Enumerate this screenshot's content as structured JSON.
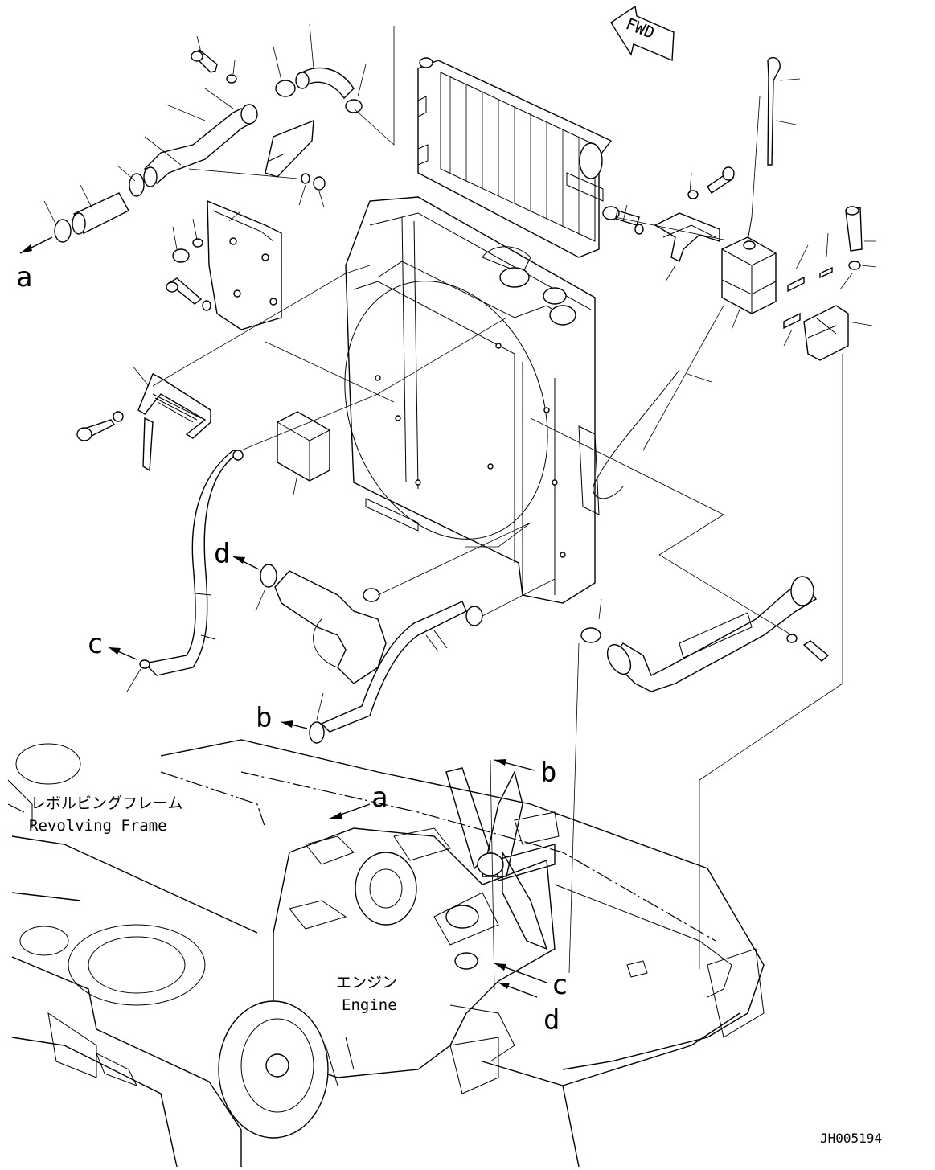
{
  "fwd_label": "FWD",
  "refs": {
    "a": "a",
    "b": "b",
    "c": "c",
    "d": "d"
  },
  "labels": {
    "revolving_frame_jp": "レボルビングフレーム",
    "revolving_frame_en": "Revolving Frame",
    "engine_jp": "エンジン",
    "engine_en": "Engine"
  },
  "drawing_number": "JH005194"
}
